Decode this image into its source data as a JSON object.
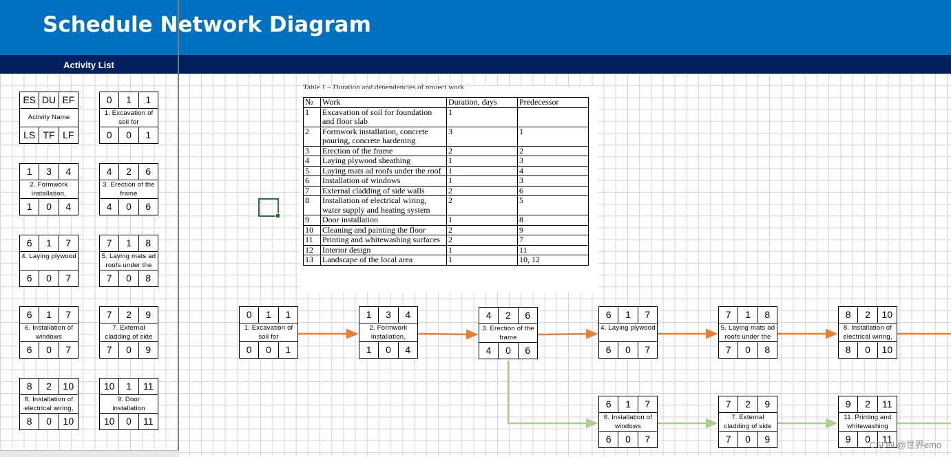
{
  "header": {
    "title": "Schedule Network Diagram"
  },
  "subbar": {
    "label": "Activity List"
  },
  "legend": {
    "top": [
      "ES",
      "DU",
      "EF"
    ],
    "name": "Activity Name",
    "bottom": [
      "LS",
      "TF",
      "LF"
    ]
  },
  "list_nodes": [
    {
      "top": [
        "0",
        "1",
        "1"
      ],
      "name": "1. Excavation of soil for",
      "bottom": [
        "0",
        "0",
        "1"
      ]
    },
    {
      "top": [
        "1",
        "3",
        "4"
      ],
      "name": "2. Formwork installation,",
      "bottom": [
        "1",
        "0",
        "4"
      ]
    },
    {
      "top": [
        "4",
        "2",
        "6"
      ],
      "name": "3. Erection of the frame",
      "bottom": [
        "4",
        "0",
        "6"
      ]
    },
    {
      "top": [
        "6",
        "1",
        "7"
      ],
      "name": "4. Laying plywood",
      "bottom": [
        "6",
        "0",
        "7"
      ]
    },
    {
      "top": [
        "7",
        "1",
        "8"
      ],
      "name": "5. Laying mats ad roofs under the",
      "bottom": [
        "7",
        "0",
        "8"
      ]
    },
    {
      "top": [
        "6",
        "1",
        "7"
      ],
      "name": "6. Installation of windows",
      "bottom": [
        "6",
        "0",
        "7"
      ]
    },
    {
      "top": [
        "7",
        "2",
        "9"
      ],
      "name": "7. External cladding of side",
      "bottom": [
        "7",
        "0",
        "9"
      ]
    },
    {
      "top": [
        "8",
        "2",
        "10"
      ],
      "name": "8. Installation of electrical wiring,",
      "bottom": [
        "8",
        "0",
        "10"
      ]
    },
    {
      "top": [
        "10",
        "1",
        "11"
      ],
      "name": "9. Door installation",
      "bottom": [
        "10",
        "0",
        "11"
      ]
    }
  ],
  "diagram_nodes": [
    {
      "top": [
        "0",
        "1",
        "1"
      ],
      "name": "1. Excavation of soil for",
      "bottom": [
        "0",
        "0",
        "1"
      ]
    },
    {
      "top": [
        "1",
        "3",
        "4"
      ],
      "name": "2. Formwork installation,",
      "bottom": [
        "1",
        "0",
        "4"
      ]
    },
    {
      "top": [
        "4",
        "2",
        "6"
      ],
      "name": "3. Erection of the frame",
      "bottom": [
        "4",
        "0",
        "6"
      ]
    },
    {
      "top": [
        "6",
        "1",
        "7"
      ],
      "name": "4. Laying plywood",
      "bottom": [
        "6",
        "0",
        "7"
      ]
    },
    {
      "top": [
        "7",
        "1",
        "8"
      ],
      "name": "5. Laying mats ad roofs under the",
      "bottom": [
        "7",
        "0",
        "8"
      ]
    },
    {
      "top": [
        "8",
        "2",
        "10"
      ],
      "name": "8. Installation of electrical wiring,",
      "bottom": [
        "8",
        "0",
        "10"
      ]
    },
    {
      "top": [
        "6",
        "1",
        "7"
      ],
      "name": "6. Installation of windows",
      "bottom": [
        "6",
        "0",
        "7"
      ]
    },
    {
      "top": [
        "7",
        "2",
        "9"
      ],
      "name": "7. External cladding of side",
      "bottom": [
        "7",
        "0",
        "9"
      ]
    },
    {
      "top": [
        "9",
        "2",
        "11"
      ],
      "name": "11. Printing and whitewashing",
      "bottom": [
        "9",
        "0",
        "11"
      ]
    }
  ],
  "table": {
    "caption": "Table 1 – Duration and dependencies of project work",
    "headers": [
      "№",
      "Work",
      "Duration, days",
      "Predecessor"
    ],
    "rows": [
      [
        "1",
        "Excavation of soil for foundation and floor slab",
        "1",
        ""
      ],
      [
        "2",
        "Formwork installation, concrete pouring, concrete hardening",
        "3",
        "1"
      ],
      [
        "3",
        "Erection of the frame",
        "2",
        "2"
      ],
      [
        "4",
        "Laying plywood sheathing",
        "1",
        "3"
      ],
      [
        "5",
        "Laying mats ad roofs under the roof",
        "1",
        "4"
      ],
      [
        "6",
        "Installation of windows",
        "1",
        "3"
      ],
      [
        "7",
        "External cladding of side walls",
        "2",
        "6"
      ],
      [
        "8",
        "Installation of electrical wiring, water supply and heating system",
        "2",
        "5"
      ],
      [
        "9",
        "Door installation",
        "1",
        "8"
      ],
      [
        "10",
        "Cleaning and painting the floor",
        "2",
        "9"
      ],
      [
        "11",
        "Printing and whitewashing surfaces",
        "2",
        "7"
      ],
      [
        "12",
        "Interior design",
        "1",
        "11"
      ],
      [
        "13",
        "Landscape of the local area",
        "1",
        "10, 12"
      ]
    ]
  },
  "colors": {
    "critical_arrow": "#ed7d31",
    "secondary_arrow": "#a9d18e",
    "header_bg": "#0070c0",
    "subbar_bg": "#002060"
  },
  "watermark": "CSDN @世界emo"
}
